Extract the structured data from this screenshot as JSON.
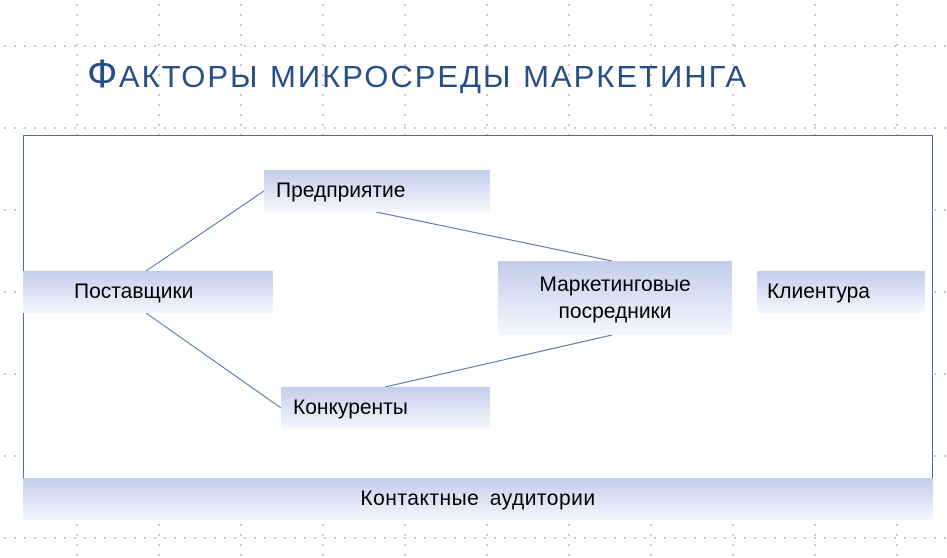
{
  "title": {
    "first_letter": "Ф",
    "rest": "акторы микросреды маркетинга"
  },
  "nodes": {
    "enterprise": "Предприятие",
    "suppliers": "Поставщики",
    "intermediaries_line1": "Маркетинговые",
    "intermediaries_line2": "посредники",
    "clients": "Клиентура",
    "competitors": "Конкуренты",
    "contact_audiences": "Контактные аудитории"
  },
  "colors": {
    "title": "#264f85",
    "frame_border": "#4a6fa8",
    "connector": "#4a6fa8",
    "box_gradient_top": "#c2cdeb",
    "box_gradient_bottom": "#f5f7fd"
  }
}
